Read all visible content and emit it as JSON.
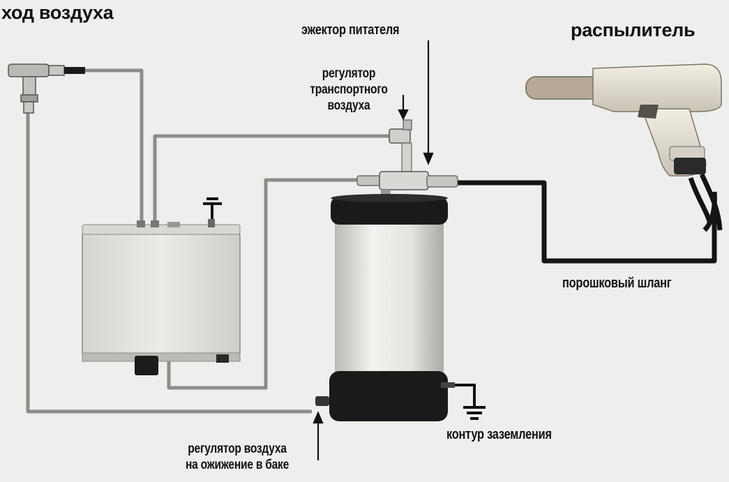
{
  "labels": {
    "air_inlet": "ход воздуха",
    "feeder_ejector": "эжектор питателя",
    "sprayer": "распылитель",
    "transport_regulator_line1": "регулятор",
    "transport_regulator_line2": "транспортного",
    "transport_regulator_line3": "воздуха",
    "powder_hose": "порошковый шланг",
    "ground_circuit": "контур заземления",
    "fluidizing_regulator_line1": "регулятор воздуха",
    "fluidizing_regulator_line2": "на ожижение в баке"
  },
  "colors": {
    "background": "#eeeeec",
    "air_line": "#8c8c88",
    "powder_hose": "#141414",
    "tank_band": "#1a1a1a",
    "tank_body": "#dcdcd8",
    "controller_body": "#e2e0da"
  }
}
